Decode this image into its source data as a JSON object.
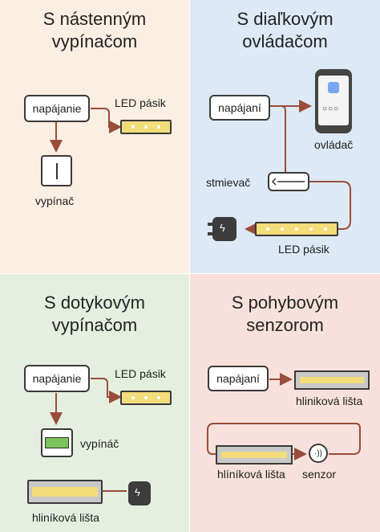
{
  "panels": {
    "wall_switch": {
      "title": "S nástenným vypínačom",
      "power": "napájanie",
      "led": "LED pásik",
      "switch": "vypínač"
    },
    "remote": {
      "title": "S diaľkovým ovládačom",
      "power": "napájaní",
      "remote": "ovládač",
      "dimmer": "stmievač",
      "led": "LED pásik"
    },
    "touch_switch": {
      "title": "S dotykovým vypínačom",
      "power": "napájanie",
      "led": "LED pásik",
      "switch": "vypínáč",
      "profile": "hliníková lišta"
    },
    "motion_sensor": {
      "title": "S pohybovým senzorom",
      "power": "napájaní",
      "profile_top": "hliniková lišta",
      "profile_bottom": "hlíníková lišta",
      "sensor": "senzor"
    }
  },
  "colors": {
    "arrow": "#9a4d3a",
    "led_yellow": "#f3dc7a",
    "q1_bg": "#fbeee3",
    "q2_bg": "#dde9f4",
    "q3_bg": "#e5efe0",
    "q4_bg": "#f8e1dc"
  }
}
